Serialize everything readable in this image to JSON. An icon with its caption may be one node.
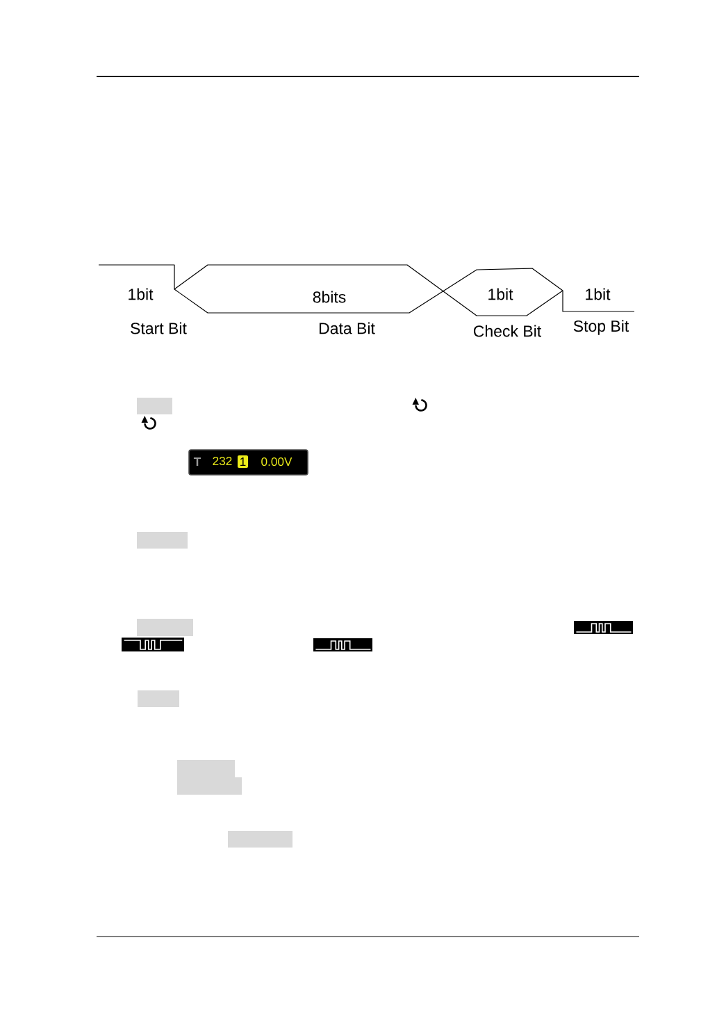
{
  "diagram": {
    "labels": [
      "1bit",
      "8bits",
      "1bit",
      "1bit",
      "Start Bit",
      "Data Bit",
      "Check Bit",
      "Stop Bit",
      "T",
      "232",
      "1",
      "0.00V"
    ]
  }
}
